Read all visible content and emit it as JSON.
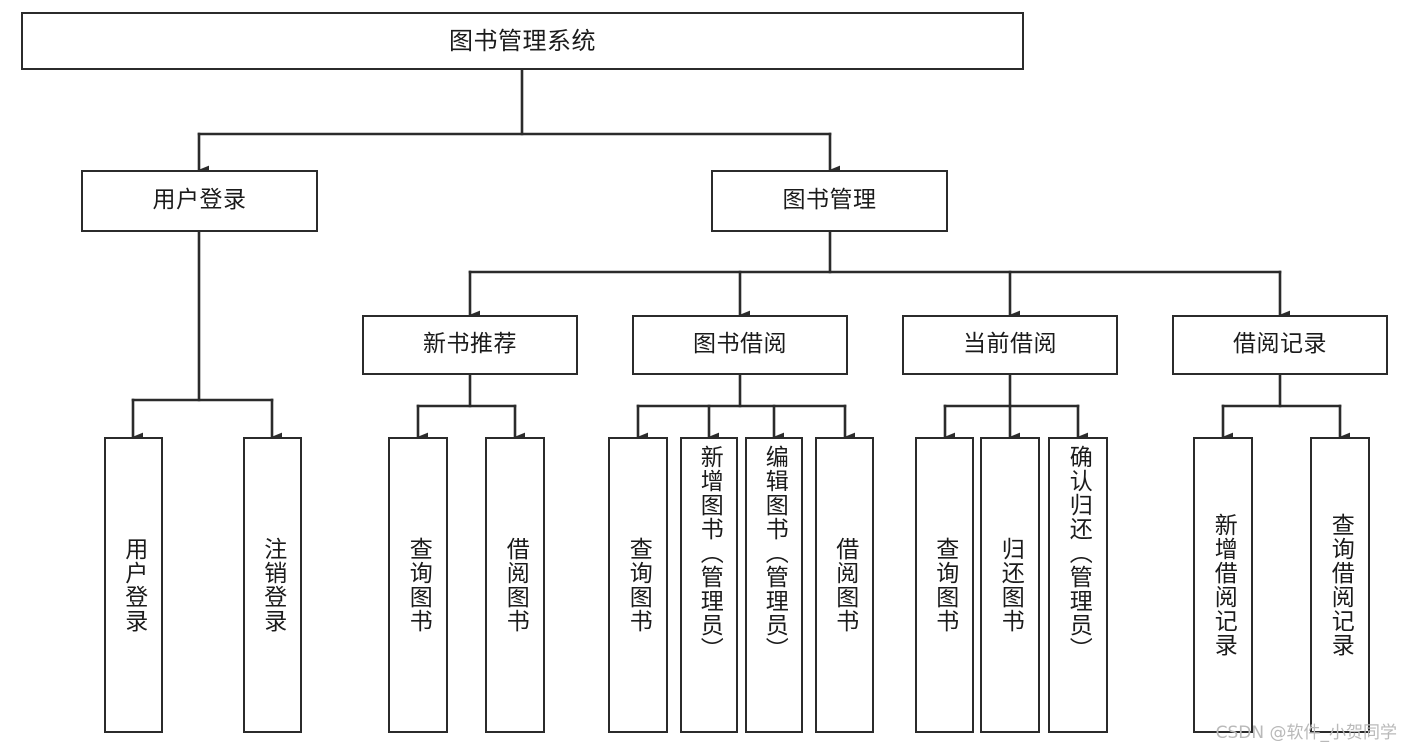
{
  "diagram": {
    "title": "图书管理系统",
    "type": "tree-hierarchy-diagram",
    "colors": {
      "box_border": "#2b2b2b",
      "box_fill": "#ffffff",
      "connector": "#2b2b2b",
      "text": "#1b1b1b",
      "background": "#ffffff",
      "watermark": "#b9b9b9"
    },
    "root": {
      "label": "图书管理系统"
    },
    "level1": [
      {
        "label": "用户登录"
      },
      {
        "label": "图书管理"
      }
    ],
    "level2": [
      {
        "label": "新书推荐"
      },
      {
        "label": "图书借阅"
      },
      {
        "label": "当前借阅"
      },
      {
        "label": "借阅记录"
      }
    ],
    "leaves": {
      "user_login": [
        {
          "label": "用户登录"
        },
        {
          "label": "注销登录"
        }
      ],
      "new_book_recommend": [
        {
          "label": "查询图书"
        },
        {
          "label": "借阅图书"
        }
      ],
      "book_borrow": [
        {
          "label": "查询图书"
        },
        {
          "label": "新增图书（管理员）"
        },
        {
          "label": "编辑图书（管理员）"
        },
        {
          "label": "借阅图书"
        }
      ],
      "current_borrow": [
        {
          "label": "查询图书"
        },
        {
          "label": "归还图书"
        },
        {
          "label": "确认归还（管理员）"
        }
      ],
      "borrow_records": [
        {
          "label": "新增借阅记录"
        },
        {
          "label": "查询借阅记录"
        }
      ]
    }
  },
  "watermark": {
    "text": "CSDN @软件_小贺同学"
  }
}
